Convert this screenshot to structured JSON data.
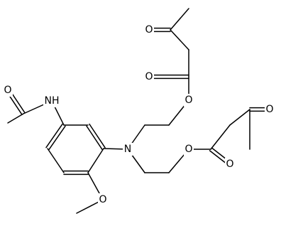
{
  "diagram": {
    "type": "chemical-structure",
    "atom_labels": {
      "nh": "NH",
      "o_acetamide": "O",
      "n_amine": "N",
      "o_methoxy": "O",
      "o_ketone_top": "O",
      "o_carbonyl_top": "O",
      "o_ester_top": "O",
      "o_ester_bottom": "O",
      "o_carbonyl_bottom": "O",
      "o_ketone_bottom": "O"
    },
    "colors": {
      "bond": "#000000",
      "background": "#ffffff"
    }
  }
}
